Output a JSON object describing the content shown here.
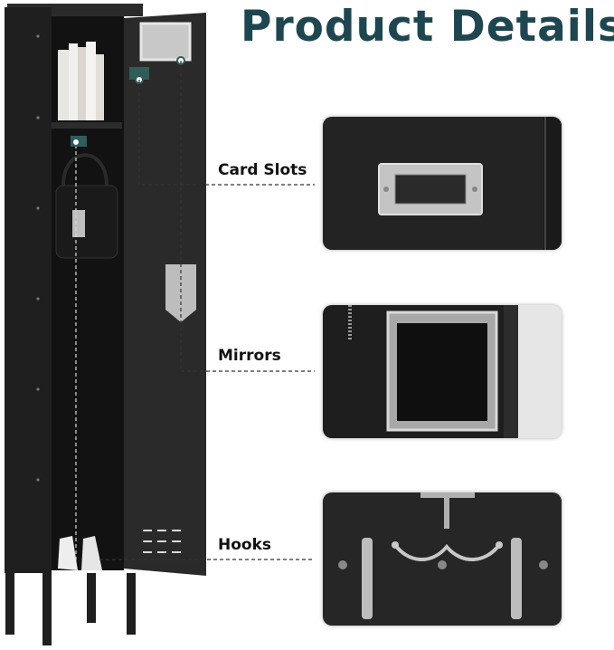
{
  "header": {
    "title": "Product Details"
  },
  "callouts": [
    {
      "label": "Card Slots"
    },
    {
      "label": "Mirrors"
    },
    {
      "label": "Hooks"
    }
  ],
  "colors": {
    "title": "#1d4650",
    "locker_body": "#1c1c1c",
    "panel_background": "#2a2a2a",
    "accent_dot": "#2f5d58"
  }
}
